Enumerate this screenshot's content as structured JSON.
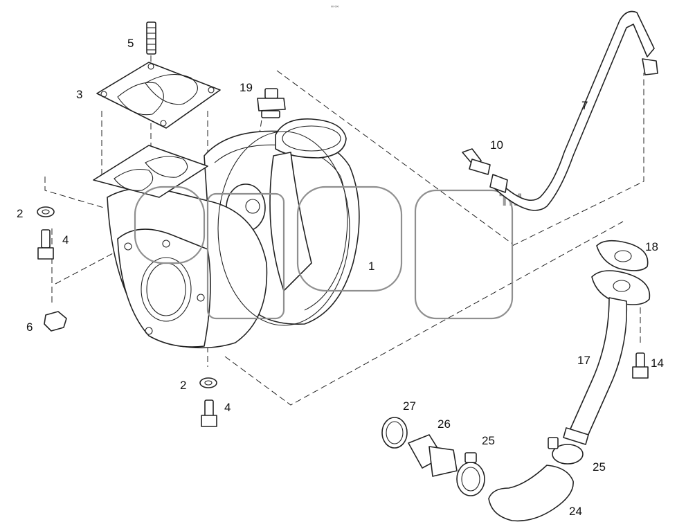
{
  "header": {
    "code": "⁰⁰ ⁰⁰⁰"
  },
  "watermark": {
    "trademark": "TM"
  },
  "callouts": [
    {
      "id": "label-1",
      "text": "1"
    },
    {
      "id": "label-2-top",
      "text": "2"
    },
    {
      "id": "label-2-bottom",
      "text": "2"
    },
    {
      "id": "label-3",
      "text": "3"
    },
    {
      "id": "label-4-top",
      "text": "4"
    },
    {
      "id": "label-4-bottom",
      "text": "4"
    },
    {
      "id": "label-5",
      "text": "5"
    },
    {
      "id": "label-6",
      "text": "6"
    },
    {
      "id": "label-7",
      "text": "7"
    },
    {
      "id": "label-10",
      "text": "10"
    },
    {
      "id": "label-14",
      "text": "14"
    },
    {
      "id": "label-17",
      "text": "17"
    },
    {
      "id": "label-18",
      "text": "18"
    },
    {
      "id": "label-19",
      "text": "19"
    },
    {
      "id": "label-24",
      "text": "24"
    },
    {
      "id": "label-25-top",
      "text": "25"
    },
    {
      "id": "label-25-right",
      "text": "25"
    },
    {
      "id": "label-26",
      "text": "26"
    },
    {
      "id": "label-27",
      "text": "27"
    }
  ]
}
